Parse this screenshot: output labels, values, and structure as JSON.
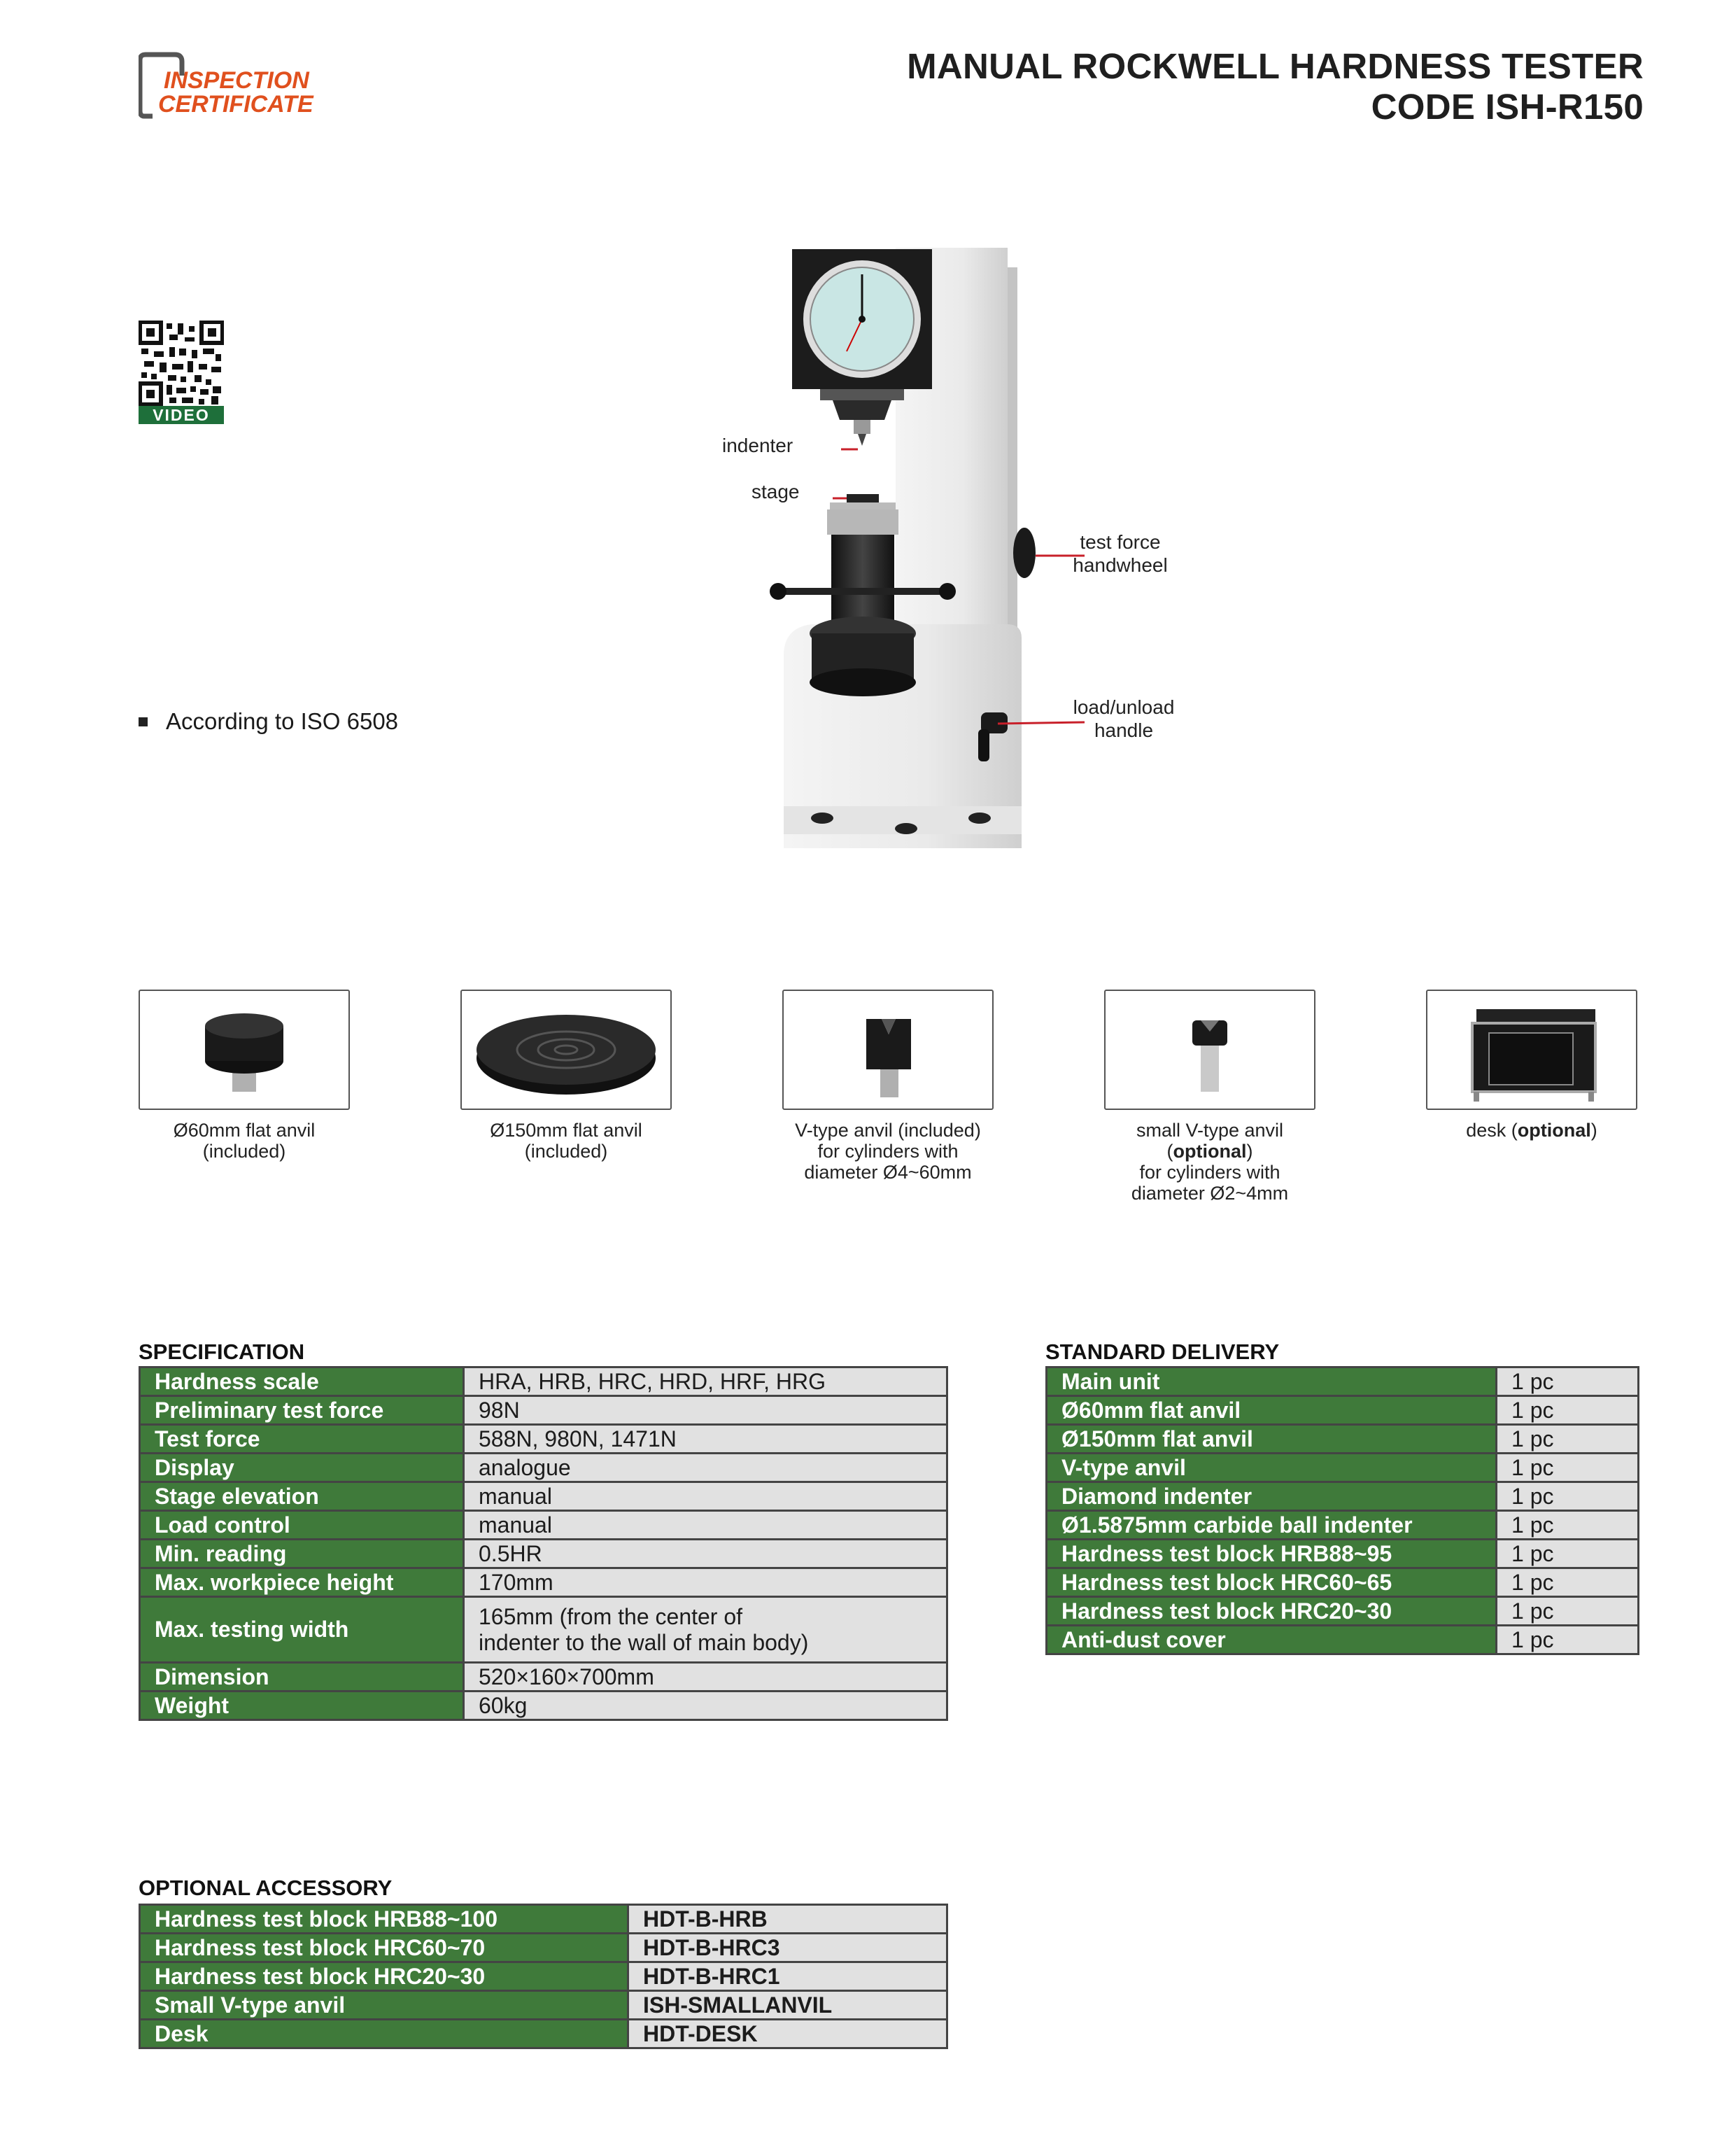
{
  "header": {
    "logo_line1": "INSPECTION",
    "logo_line2": "CERTIFICATE",
    "title_line1": "MANUAL ROCKWELL HARDNESS TESTER",
    "title_line2": "CODE ISH-R150"
  },
  "qr": {
    "label": "VIDEO"
  },
  "features": [
    "According to ISO 6508"
  ],
  "machine": {
    "callouts": {
      "indenter": "indenter",
      "stage": "stage",
      "handwheel_line1": "test force",
      "handwheel_line2": "handwheel",
      "handle_line1": "load/unload",
      "handle_line2": "handle"
    }
  },
  "accessories": [
    {
      "line1": "Ø60mm flat anvil",
      "line2": "(included)"
    },
    {
      "line1": "Ø150mm flat anvil",
      "line2": "(included)"
    },
    {
      "line1": "V-type anvil (included)",
      "line2": "for cylinders with",
      "line3": "diameter Ø4~60mm"
    },
    {
      "line1": "small V-type anvil",
      "line2_bold": "optional",
      "line3": "for cylinders with",
      "line4": "diameter Ø2~4mm"
    },
    {
      "prefix": "desk (",
      "bold": "optional",
      "suffix": ")"
    }
  ],
  "specification": {
    "heading": "SPECIFICATION",
    "rows": [
      {
        "k": "Hardness scale",
        "v": "HRA, HRB, HRC, HRD, HRF, HRG"
      },
      {
        "k": "Preliminary test force",
        "v": "98N"
      },
      {
        "k": "Test force",
        "v": "588N, 980N, 1471N"
      },
      {
        "k": "Display",
        "v": "analogue"
      },
      {
        "k": "Stage elevation",
        "v": "manual"
      },
      {
        "k": "Load control",
        "v": "manual"
      },
      {
        "k": "Min. reading",
        "v": "0.5HR"
      },
      {
        "k": "Max. workpiece height",
        "v": "170mm"
      },
      {
        "k": "Max. testing width",
        "v1": "165mm (from the center of",
        "v2": "indenter to the wall of main body)"
      },
      {
        "k": "Dimension",
        "v": "520×160×700mm"
      },
      {
        "k": "Weight",
        "v": "60kg"
      }
    ]
  },
  "delivery": {
    "heading": "STANDARD DELIVERY",
    "rows": [
      {
        "k": "Main unit",
        "v": "1 pc"
      },
      {
        "k": "Ø60mm flat anvil",
        "v": "1 pc"
      },
      {
        "k": "Ø150mm flat anvil",
        "v": "1 pc"
      },
      {
        "k": "V-type anvil",
        "v": "1 pc"
      },
      {
        "k": "Diamond indenter",
        "v": "1 pc"
      },
      {
        "k": "Ø1.5875mm carbide ball indenter",
        "v": "1 pc"
      },
      {
        "k": "Hardness test block HRB88~95",
        "v": "1 pc"
      },
      {
        "k": "Hardness test block HRC60~65",
        "v": "1 pc"
      },
      {
        "k": "Hardness test block HRC20~30",
        "v": "1 pc"
      },
      {
        "k": "Anti-dust cover",
        "v": "1 pc"
      }
    ]
  },
  "optional": {
    "heading": "OPTIONAL ACCESSORY",
    "rows": [
      {
        "k": "Hardness test block HRB88~100",
        "v": "HDT-B-HRB"
      },
      {
        "k": "Hardness test block HRC60~70",
        "v": "HDT-B-HRC3"
      },
      {
        "k": "Hardness test block HRC20~30",
        "v": "HDT-B-HRC1"
      },
      {
        "k": "Small V-type anvil",
        "v": "ISH-SMALLANVIL"
      },
      {
        "k": "Desk",
        "v": "HDT-DESK"
      }
    ]
  },
  "colors": {
    "green": "#3f7a3a",
    "grey": "#e1e1e1",
    "logo_orange": "#e0501e",
    "callout_red": "#c8202a"
  }
}
